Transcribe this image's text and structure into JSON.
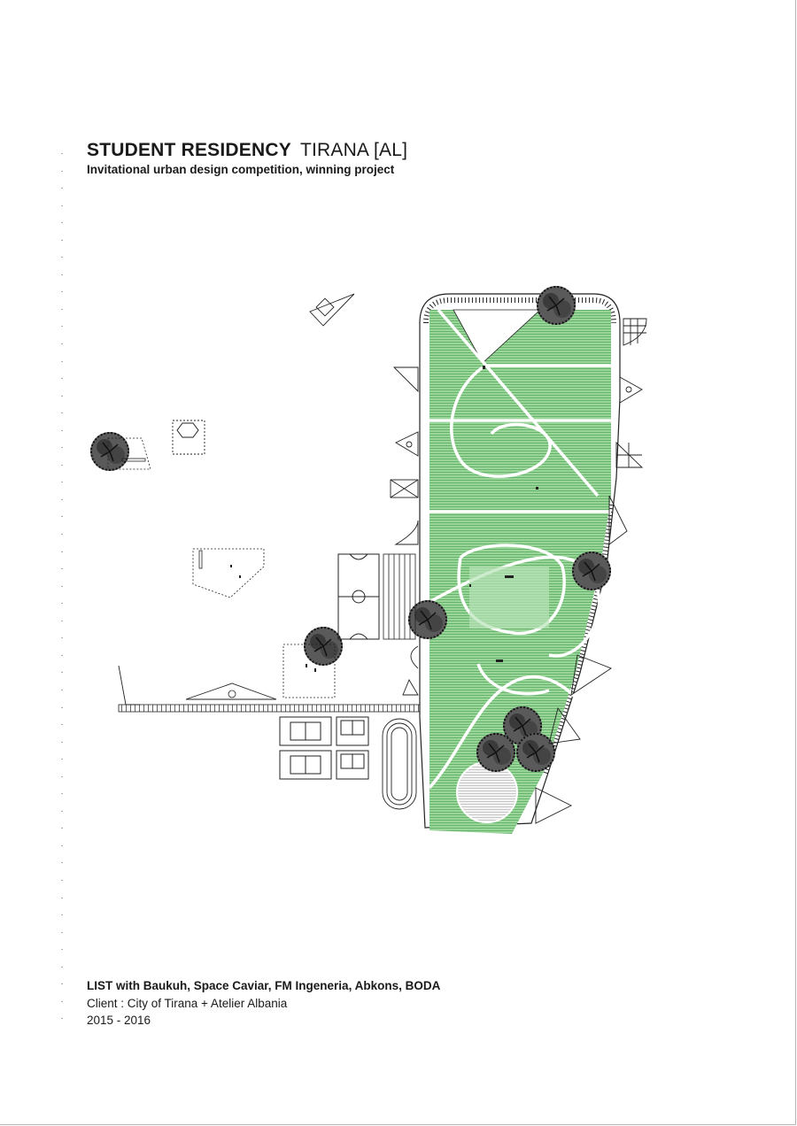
{
  "header": {
    "title_main": "STUDENT RESIDENCY",
    "title_location": "TIRANA [AL]",
    "subtitle": "Invitational urban design competition, winning project"
  },
  "credits": {
    "team": "LIST with Baukuh, Space Caviar, FM Ingeneria, Abkons, BODA",
    "client": "Client : City of Tirana + Atelier Albania",
    "years": "2015 - 2016"
  },
  "colors": {
    "park_green": "#8fd08f",
    "hatch_green": "#3f9d48",
    "line": "#222222",
    "tree": "#2a2a2a"
  },
  "icons": [
    "site-plan-drawing",
    "tree-icon",
    "football-pitch",
    "tennis-court",
    "running-track"
  ]
}
